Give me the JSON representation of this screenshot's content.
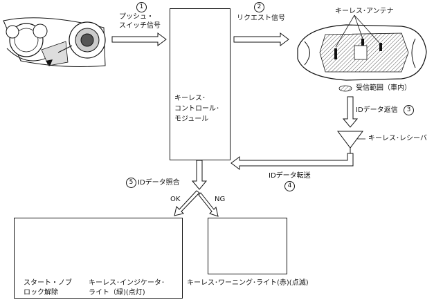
{
  "steps": {
    "s1": {
      "num": "1",
      "line1": "プッシュ・",
      "line2": "スイッチ信号"
    },
    "s2": {
      "num": "2",
      "line1": "リクエスト信号"
    },
    "s3": {
      "num": "3",
      "label": "IDデータ返信"
    },
    "s4": {
      "num": "4",
      "label": "IDデータ転送"
    },
    "s5": {
      "num": "5",
      "label": "IDデータ照合"
    }
  },
  "module": {
    "line1": "キーレス･",
    "line2": "コントロール･",
    "line3": "モジュール"
  },
  "antenna": {
    "label": "キーレス･アンテナ"
  },
  "receiver": {
    "label": "キーレス･レシーバ"
  },
  "range": {
    "label": "受信範囲（車内）"
  },
  "branches": {
    "ok": "OK",
    "ng": "NG"
  },
  "ok_box": {
    "unlock_line1": "スタート・ノブ",
    "unlock_line2": "ロック解除",
    "indicator_line1": "キーレス･インジケータ･",
    "indicator_line2": "ライト（緑)(点灯)"
  },
  "ng_box": {
    "warning": "キーレス･ワーニング･ライト(赤)(点滅)"
  },
  "colors": {
    "line": "#111111",
    "hatch": "#555555",
    "fill": "#ffffff"
  }
}
